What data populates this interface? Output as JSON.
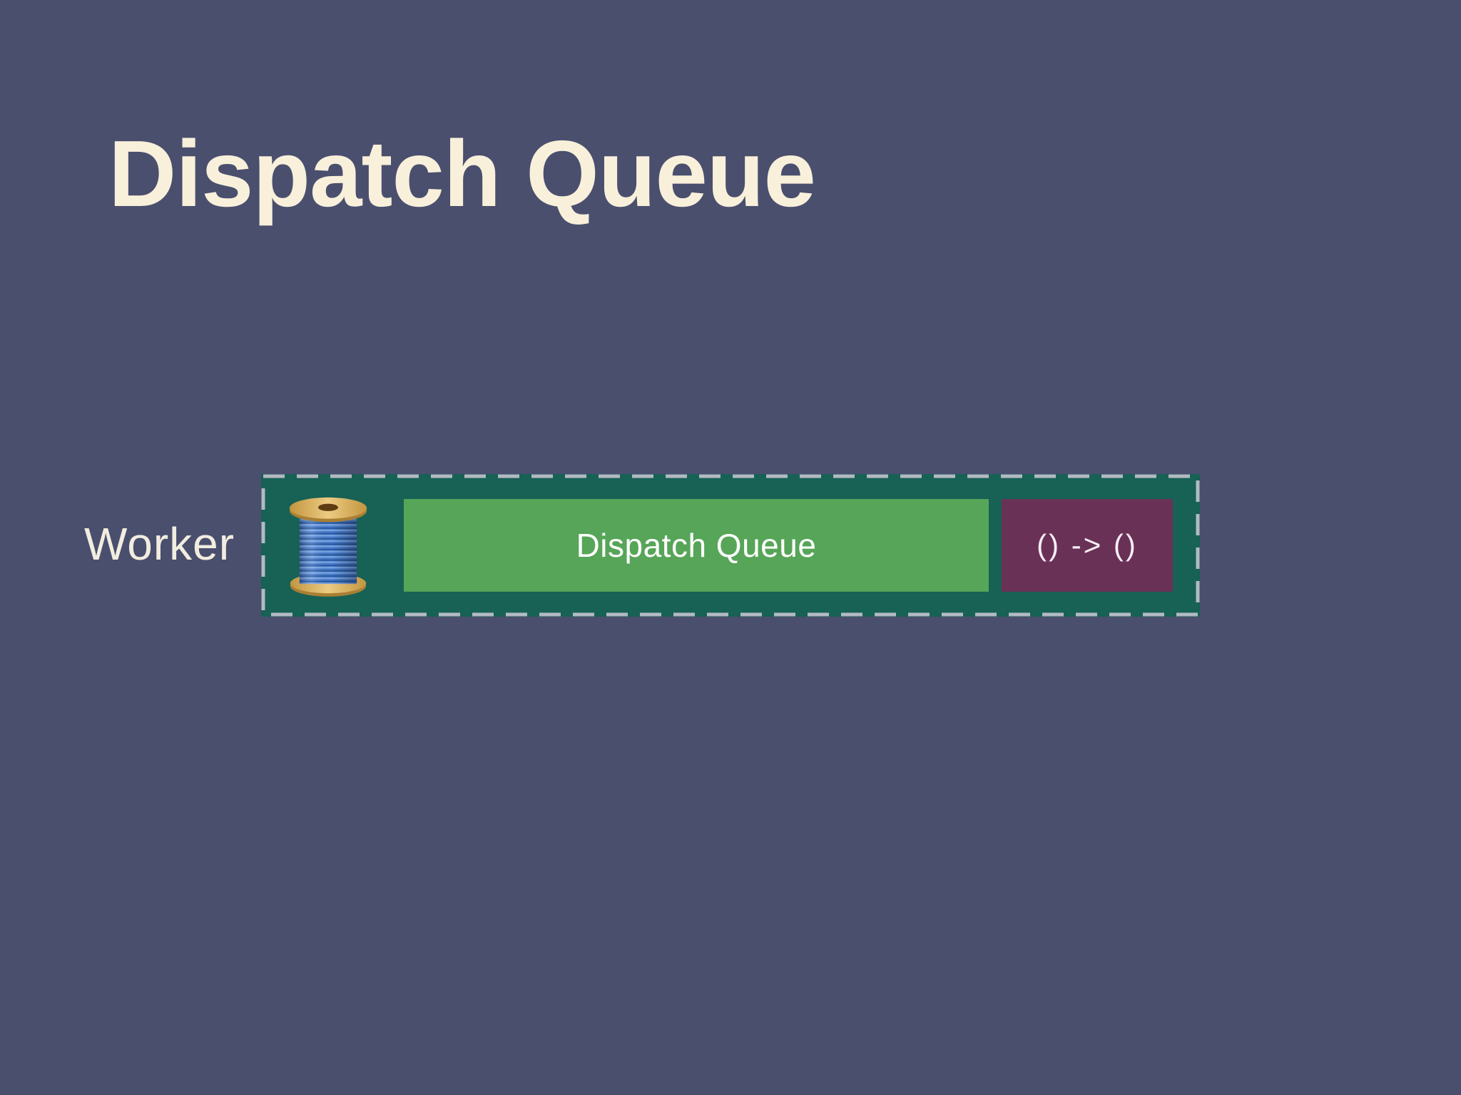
{
  "slide": {
    "title": "Dispatch Queue"
  },
  "worker_row": {
    "label": "Worker",
    "icon": "thread-spool-icon",
    "queue": {
      "label": "Dispatch Queue"
    },
    "task": {
      "label": "() -> ()"
    }
  },
  "colors": {
    "background": "#4a4f6e",
    "title-text": "#f9f0db",
    "worker-text": "#f2eddf",
    "container-teal": "#176155",
    "dash-gray": "#b3b9c2",
    "queue-green": "#57a558",
    "queue-text": "#ffffff",
    "task-plum": "#6a3156",
    "task-text": "#f7eef6"
  }
}
